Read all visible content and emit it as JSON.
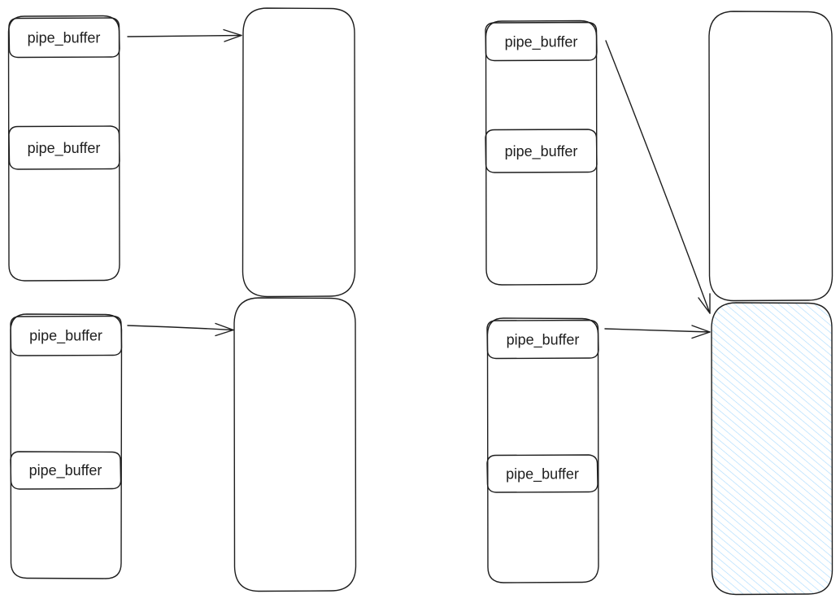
{
  "diagram": {
    "background": "#ffffff",
    "stroke_color": "#1e1e1e",
    "highlight_fill": "#a5d8ff",
    "buffer_label": "pipe_buffer",
    "groups": [
      {
        "id": "top-left",
        "buffers": [
          {
            "label": "pipe_buffer"
          },
          {
            "label": "pipe_buffer"
          }
        ],
        "page": {
          "highlighted": false
        }
      },
      {
        "id": "bottom-left",
        "buffers": [
          {
            "label": "pipe_buffer"
          },
          {
            "label": "pipe_buffer"
          }
        ],
        "page": {
          "highlighted": false
        }
      },
      {
        "id": "top-right",
        "buffers": [
          {
            "label": "pipe_buffer"
          },
          {
            "label": "pipe_buffer"
          }
        ],
        "page": {
          "highlighted": false
        }
      },
      {
        "id": "bottom-right",
        "buffers": [
          {
            "label": "pipe_buffer"
          },
          {
            "label": "pipe_buffer"
          }
        ],
        "page": {
          "highlighted": true
        }
      }
    ]
  }
}
